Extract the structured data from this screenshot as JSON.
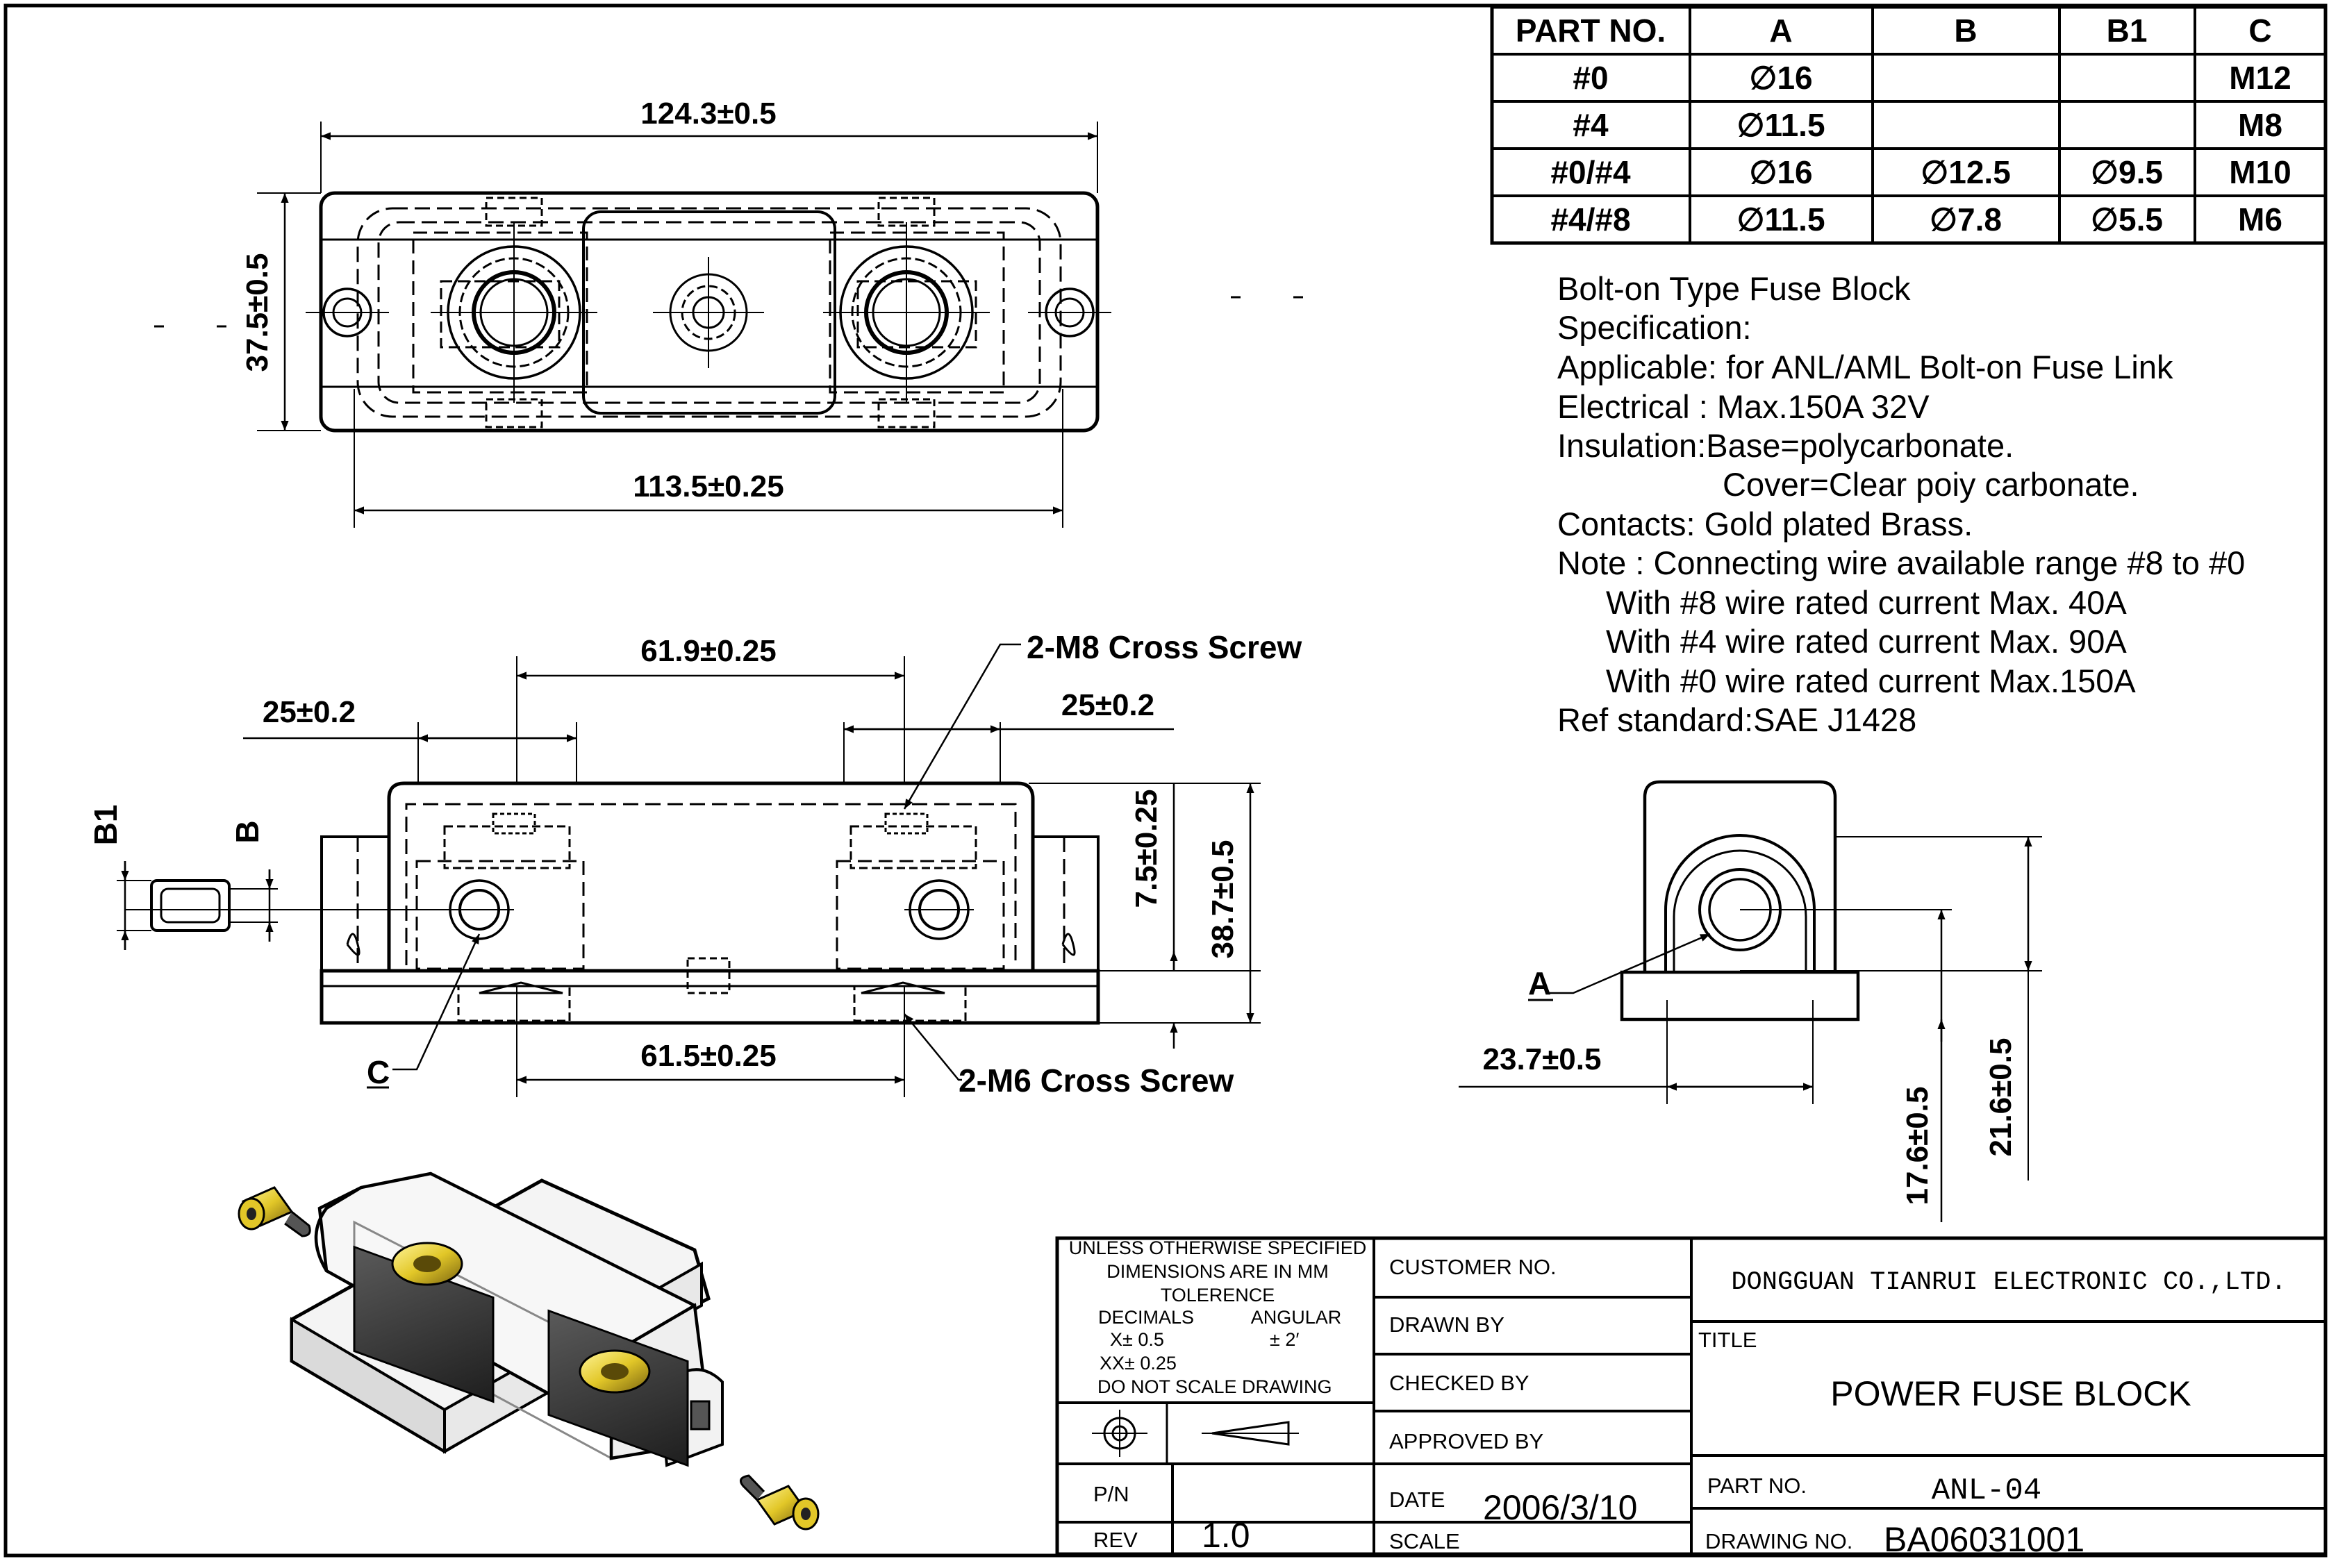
{
  "part_table": {
    "headers": [
      "PART NO.",
      "A",
      "B",
      "B1",
      "C"
    ],
    "rows": [
      [
        "#0",
        "∅16",
        "",
        "",
        "M12"
      ],
      [
        "#4",
        "∅11.5",
        "",
        "",
        "M8"
      ],
      [
        "#0/#4",
        "∅16",
        "∅12.5",
        "∅9.5",
        "M10"
      ],
      [
        "#4/#8",
        "∅11.5",
        "∅7.8",
        "∅5.5",
        "M6"
      ]
    ]
  },
  "spec_lines": [
    "Bolt-on Type Fuse Block",
    "Specification:",
    "Applicable: for ANL/AML Bolt-on Fuse Link",
    "Electrical :  Max.150A 32V",
    "Insulation:Base=polycarbonate.",
    "Cover=Clear poiy carbonate.",
    "Contacts: Gold plated Brass.",
    "Note : Connecting wire available range #8 to #0",
    "With #8 wire rated current Max. 40A",
    "With #4 wire rated current Max. 90A",
    "With #0 wire rated current Max.150A",
    "Ref standard:SAE J1428"
  ],
  "dimensions": {
    "top_length": "124.3±0.5",
    "top_height": "37.5±0.5",
    "top_bottom_length": "113.5±0.25",
    "front_top_span": "61.9±0.25",
    "front_left": "25±0.2",
    "front_right": "25±0.2",
    "front_small_height": "7.5±0.25",
    "front_total_height": "38.7±0.5",
    "front_bottom_span": "61.5±0.25",
    "side_width": "23.7±0.5",
    "side_height_a": "17.6±0.5",
    "side_height_b": "21.6±0.5"
  },
  "callouts": {
    "m8_screw": "2-M8 Cross Screw",
    "m6_screw": "2-M6 Cross Screw",
    "label_b1": "B1",
    "label_b": "B",
    "label_c": "C",
    "label_a": "A"
  },
  "title_block": {
    "notes_line1": "UNLESS OTHERWISE SPECIFIED",
    "notes_line2": "DIMENSIONS ARE IN MM",
    "notes_line3": "TOLERENCE",
    "decimals_label": "DECIMALS",
    "angular_label": "ANGULAR",
    "x_tol": "X± 0.5",
    "ang_tol": "±  2′",
    "xx_tol": "XX± 0.25",
    "do_not_scale": "DO NOT SCALE DRAWING",
    "pn_label": "P/N",
    "rev_label": "REV",
    "rev_value": "1.0",
    "customer_no_label": "CUSTOMER NO.",
    "drawn_by_label": "DRAWN BY",
    "checked_by_label": "CHECKED BY",
    "approved_by_label": "APPROVED BY",
    "date_label": "DATE",
    "date_value": "2006/3/10",
    "scale_label": "SCALE",
    "company": "DONGGUAN TIANRUI ELECTRONIC CO.,LTD.",
    "title_label": "TITLE",
    "title_value": "POWER FUSE BLOCK",
    "part_no_label": "PART NO.",
    "part_no_value": "ANL-04",
    "drawing_no_label": "DRAWING NO.",
    "drawing_no_value": "BA06031001"
  }
}
